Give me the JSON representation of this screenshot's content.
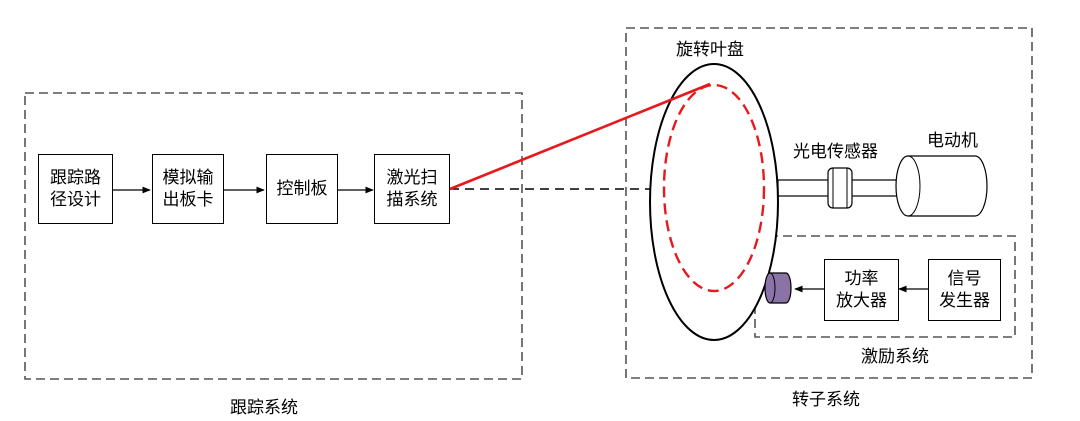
{
  "tracking": {
    "group_label": "跟踪系统",
    "blocks": [
      {
        "line1": "跟踪路",
        "line2": "径设计"
      },
      {
        "line1": "模拟输",
        "line2": "出板卡"
      },
      {
        "line1": "控制板",
        "line2": ""
      },
      {
        "line1": "激光扫",
        "line2": "描系统"
      }
    ]
  },
  "rotor": {
    "group_label": "转子系统",
    "disk_label": "旋转叶盘",
    "sensor_label": "光电传感器",
    "motor_label": "电动机",
    "excitation": {
      "group_label": "激励系统",
      "amplifier": {
        "line1": "功率",
        "line2": "放大器"
      },
      "generator": {
        "line1": "信号",
        "line2": "发生器"
      }
    }
  },
  "colors": {
    "laser": "#e8191d",
    "scan_path": "#e8191d",
    "exciter": "#8a73a6",
    "border": "#555555"
  }
}
